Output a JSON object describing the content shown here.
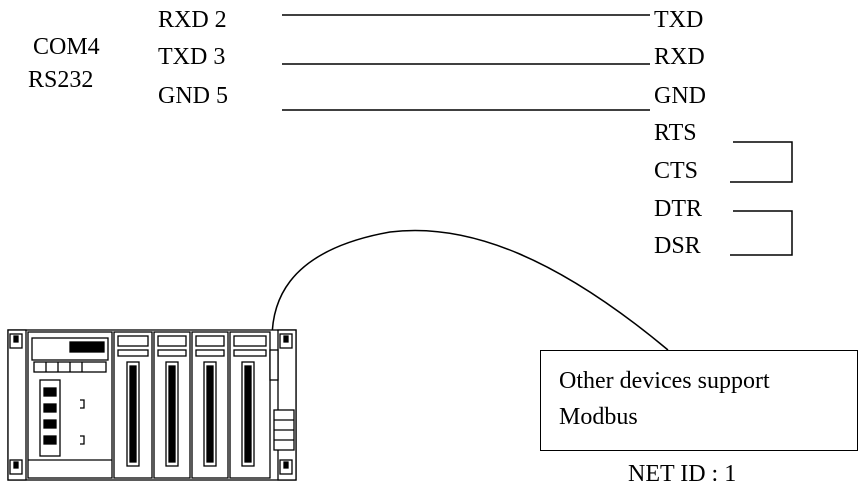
{
  "com_port": {
    "name": "COM4",
    "type": "RS232"
  },
  "pins": [
    {
      "label": "RXD 2",
      "target": "TXD"
    },
    {
      "label": "TXD 3",
      "target": "RXD"
    },
    {
      "label": "GND 5",
      "target": "GND"
    }
  ],
  "jumpers": [
    "RTS",
    "CTS",
    "DTR",
    "DSR"
  ],
  "device": {
    "line1": "Other devices support",
    "line2": "Modbus",
    "net_id": "NET ID : 1"
  }
}
